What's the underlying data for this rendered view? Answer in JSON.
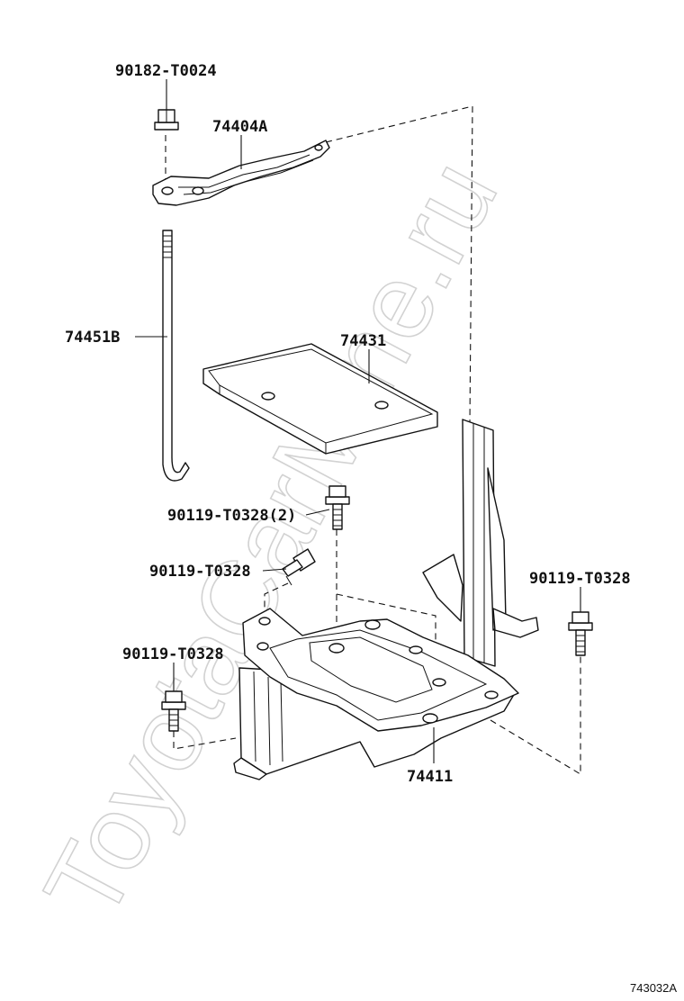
{
  "watermark": {
    "text": "ToyotaCarMine.ru"
  },
  "figure_code": "743032A",
  "parts": [
    {
      "id": "nut-top",
      "label": "90182-T0024"
    },
    {
      "id": "clamp",
      "label": "74404A"
    },
    {
      "id": "hold-down-rod",
      "label": "74451B"
    },
    {
      "id": "tray",
      "label": "74431"
    },
    {
      "id": "bolt-center",
      "label": "90119-T0328(2)"
    },
    {
      "id": "bolt-left-upper",
      "label": "90119-T0328"
    },
    {
      "id": "bolt-right",
      "label": "90119-T0328"
    },
    {
      "id": "bolt-left-lower",
      "label": "90119-T0328"
    },
    {
      "id": "carrier",
      "label": "74411"
    }
  ]
}
